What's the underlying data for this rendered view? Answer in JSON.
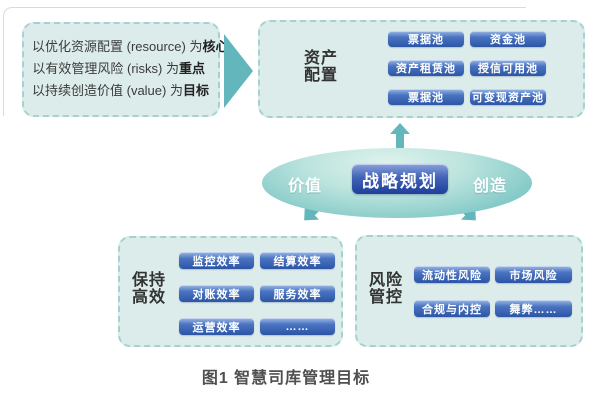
{
  "figure": {
    "caption": "图1 智慧司库管理目标"
  },
  "principles_box": {
    "lines": [
      {
        "normal": "以优化资源配置 (resource) 为",
        "bold": "核心"
      },
      {
        "normal": "以有效管理风险 (risks) 为",
        "bold": "重点"
      },
      {
        "normal": "以持续创造价值 (value) 为",
        "bold": "目标"
      }
    ]
  },
  "asset_box": {
    "title_line1": "资产",
    "title_line2": "配置",
    "pills": [
      "票据池",
      "资金池",
      "资产租赁池",
      "授信可用池",
      "票据池",
      "可变现资产池"
    ]
  },
  "center": {
    "left_label": "价值",
    "strategy_label": "战略规划",
    "right_label": "创造"
  },
  "efficiency_box": {
    "title_line1": "保持",
    "title_line2": "高效",
    "pills": [
      "监控效率",
      "结算效率",
      "对账效率",
      "服务效率",
      "运营效率",
      "……"
    ]
  },
  "risk_box": {
    "title_line1": "风险",
    "title_line2": "管控",
    "pills": [
      "流动性风险",
      "市场风险",
      "合规与内控",
      "舞弊……"
    ]
  },
  "colors": {
    "teal_accent": "#62b6bc",
    "mint_box_fill": "#dcecea",
    "mint_box_border": "#a4d3cf",
    "pill_blue_top": "#9db8e4",
    "pill_blue_bottom": "#2c55a5",
    "strategy_blue_top": "#8aa3dc",
    "strategy_blue_bottom": "#1f3f9b",
    "title_text": "#333333",
    "caption_text": "#4f4f4f"
  }
}
